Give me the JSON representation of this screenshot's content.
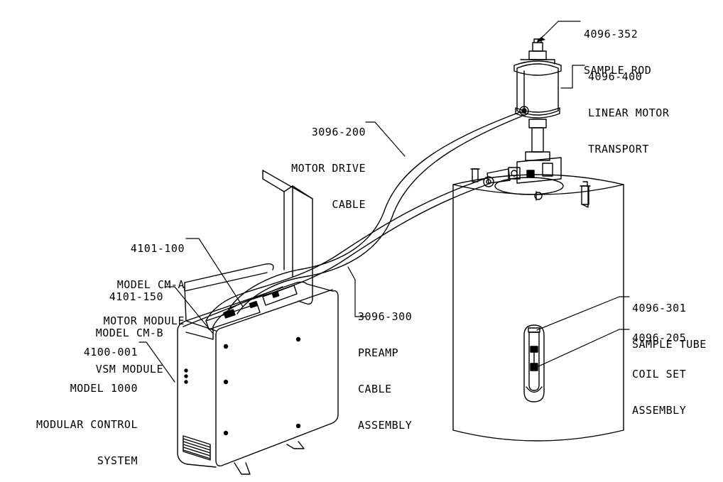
{
  "callouts": {
    "sample_rod": {
      "part": "4096-352",
      "lines": [
        "SAMPLE ROD"
      ]
    },
    "linear_motor": {
      "part": "4096-400",
      "lines": [
        "LINEAR MOTOR",
        "TRANSPORT"
      ]
    },
    "motor_cable": {
      "part": "3096-200",
      "lines": [
        "MOTOR DRIVE",
        "CABLE"
      ]
    },
    "motor_module": {
      "part": "4101-100",
      "lines": [
        "MODEL CM-A",
        "MOTOR MODULE"
      ]
    },
    "vsm_module": {
      "part": "4101-150",
      "lines": [
        "MODEL CM-B",
        "VSM MODULE"
      ]
    },
    "control_sys": {
      "part": "4100-001",
      "lines": [
        "MODEL 1000",
        "MODULAR CONTROL",
        "SYSTEM"
      ]
    },
    "preamp_cable": {
      "part": "3096-300",
      "lines": [
        "PREAMP",
        "CABLE",
        "ASSEMBLY"
      ]
    },
    "sample_tube": {
      "part": "4096-301",
      "lines": [
        "SAMPLE TUBE"
      ]
    },
    "coil_set": {
      "part": "4096-205",
      "lines": [
        "COIL SET",
        "ASSEMBLY"
      ]
    }
  }
}
